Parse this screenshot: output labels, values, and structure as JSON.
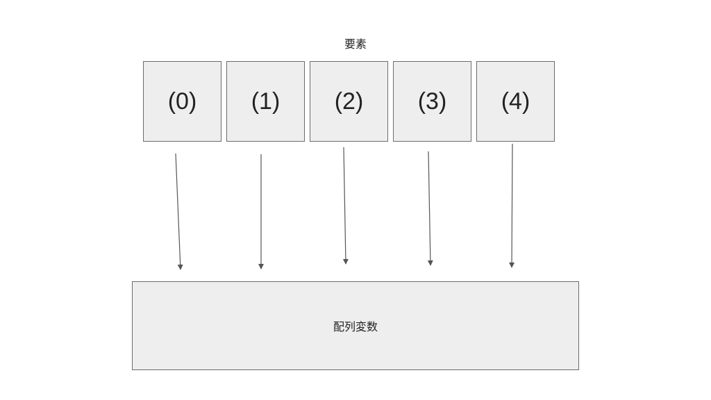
{
  "diagram": {
    "caption": "要素",
    "elements": [
      "(0)",
      "(1)",
      "(2)",
      "(3)",
      "(4)"
    ],
    "array_label": "配列変数",
    "colors": {
      "box_fill": "#eeeeee",
      "box_border": "#6b6b6b",
      "arrow": "#555555"
    }
  }
}
